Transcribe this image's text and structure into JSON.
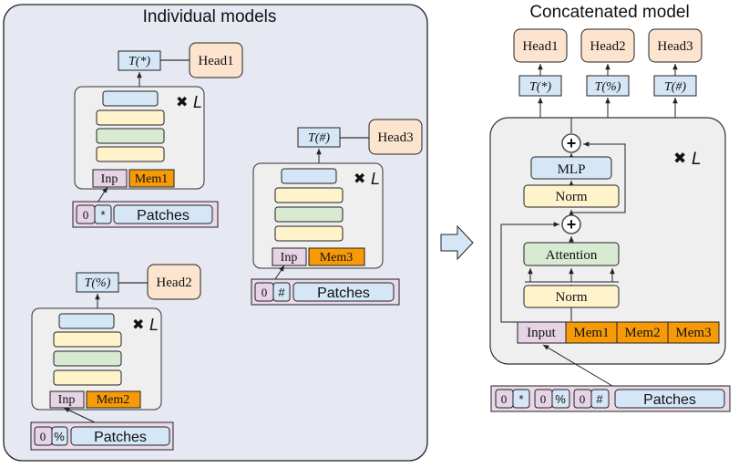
{
  "titles": {
    "individual": "Individual models",
    "concatenated": "Concatenated model"
  },
  "repeat_marker": "✖",
  "repeat_symbol": "L",
  "individual_models": [
    {
      "transform": "T(*)",
      "head": "Head1",
      "input": "Inp",
      "memory": "Mem1",
      "prefix": [
        "0",
        "*"
      ],
      "patches": "Patches"
    },
    {
      "transform": "T(%)",
      "head": "Head2",
      "input": "Inp",
      "memory": "Mem2",
      "prefix": [
        "0",
        "%"
      ],
      "patches": "Patches"
    },
    {
      "transform": "T(#)",
      "head": "Head3",
      "input": "Inp",
      "memory": "Mem3",
      "prefix": [
        "0",
        "#"
      ],
      "patches": "Patches"
    }
  ],
  "concatenated_model": {
    "heads": [
      "Head1",
      "Head2",
      "Head3"
    ],
    "transforms": [
      "T(*)",
      "T(%)",
      "T(#)"
    ],
    "blocks": {
      "mlp": "MLP",
      "norm_top": "Norm",
      "attention": "Attention",
      "norm_bottom": "Norm",
      "plus": "+"
    },
    "input": "Input",
    "memories": [
      "Mem1",
      "Mem2",
      "Mem3"
    ],
    "prefixes": [
      [
        "0",
        "*"
      ],
      [
        "0",
        "%"
      ],
      [
        "0",
        "#"
      ]
    ],
    "patches": "Patches"
  },
  "colors": {
    "panel_bg": "#e6e9f2",
    "block_bg": "#efefef",
    "transform_fill": "#d5e6f6",
    "head_fill": "#fde4cf",
    "layer_blue": "#d5e6f6",
    "layer_yellow": "#fff3cc",
    "layer_green": "#d9ead3",
    "input_fill": "#e6d3e6",
    "memory_fill": "#f79a08",
    "patch_row_fill": "#e9d9e9",
    "patches_fill": "#d5e6f6",
    "arrow_fill": "#d5e6f6"
  }
}
